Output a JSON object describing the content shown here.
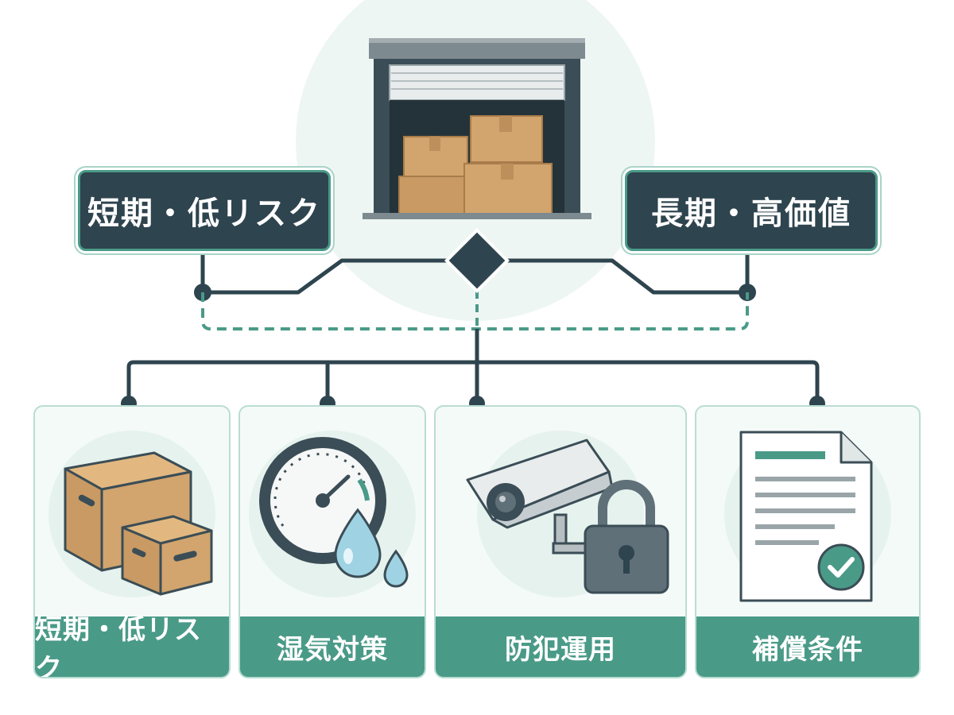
{
  "top_labels": {
    "left": "短期・低リスク",
    "right": "長期・高価値"
  },
  "cards": [
    {
      "label": "短期・低リスク",
      "icon": "cardboard-boxes-icon"
    },
    {
      "label": "湿気対策",
      "icon": "humidity-gauge-icon"
    },
    {
      "label": "防犯運用",
      "icon": "security-camera-lock-icon"
    },
    {
      "label": "補償条件",
      "icon": "contract-document-check-icon"
    }
  ],
  "colors": {
    "dark_slate": "#2e444e",
    "teal": "#4a9a88",
    "light_teal": "#e6f2ee",
    "cardboard": "#d2a46e"
  }
}
